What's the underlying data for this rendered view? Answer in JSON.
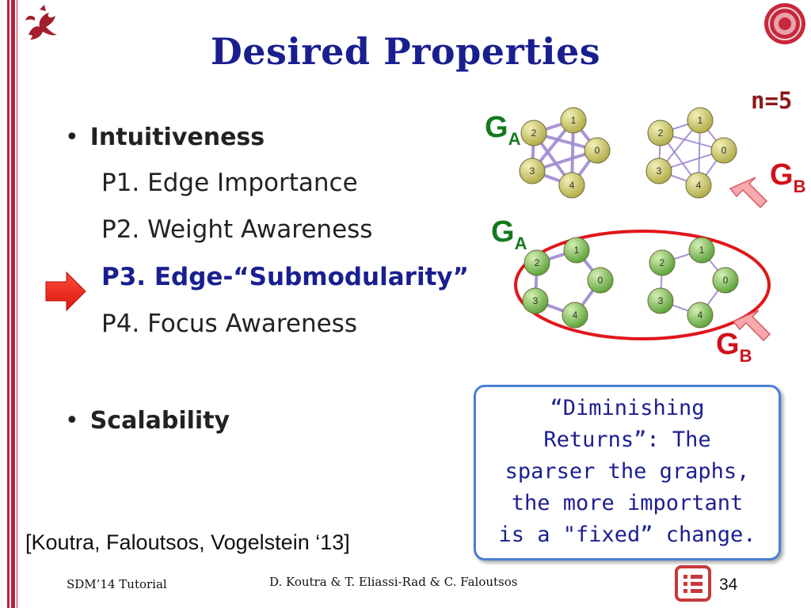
{
  "slide": {
    "title": "Desired Properties",
    "n_label": "n=5"
  },
  "bullets": [
    {
      "label": "Intuitiveness"
    },
    {
      "label": "Scalability"
    }
  ],
  "properties": [
    {
      "label": "P1. Edge Importance",
      "highlighted": false
    },
    {
      "label": "P2. Weight Awareness",
      "highlighted": false
    },
    {
      "label": "P3. Edge-“Submodularity”",
      "highlighted": true
    },
    {
      "label": "P4. Focus Awareness",
      "highlighted": false
    }
  ],
  "graph_labels": {
    "g_letter": "G",
    "a": "A",
    "b": "B"
  },
  "graph_nodes": [
    "0",
    "1",
    "2",
    "3",
    "4"
  ],
  "callout": {
    "lines": [
      "“Diminishing",
      "Returns”: The",
      "sparser the graphs,",
      "the more important",
      "is a \"fixed” change."
    ]
  },
  "citation": "[Koutra, Faloutsos, Vogelstein ‘13]",
  "footer": {
    "left": "SDM’14 Tutorial",
    "center": "D. Koutra & T. Eliassi-Rad & C. Faloutsos",
    "page_number": "34"
  },
  "colors": {
    "title": "#1a1f8f",
    "accent_red": "#b8223a",
    "graph_label_green": "#157a1f",
    "graph_label_red": "#d0111b",
    "node_yellow": "#d4cf6a",
    "node_green": "#86c45a",
    "edge_purple": "#9e8ad0",
    "callout_border": "#4a7fd4"
  }
}
